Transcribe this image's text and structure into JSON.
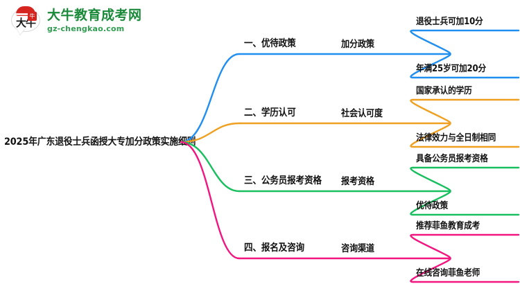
{
  "logo": {
    "mark_icon": "red-stamp-cow-icon",
    "cow_text": "大牛",
    "seal_text": "牛",
    "title": "大牛教育成考网",
    "subtitle": "gz-chengkao.com"
  },
  "mindmap": {
    "center_title": "2025年广东退役士兵函授大专加分政策实施细则",
    "branches": [
      {
        "color": "#1f8ef1",
        "level1": "一、优待政策",
        "level2": "加分政策",
        "leaves": [
          "退役士兵可加10分",
          "年满25岁可加20分"
        ]
      },
      {
        "color": "#f0a020",
        "level1": "二、学历认可",
        "level2": "社会认可度",
        "leaves": [
          "国家承认的学历",
          "法律效力与全日制相同"
        ]
      },
      {
        "color": "#18bf5e",
        "level1": "三、公务员报考资格",
        "level2": "报考资格",
        "leaves": [
          "具备公务员报考资格",
          "优待政策"
        ]
      },
      {
        "color": "#f3157f",
        "level1": "四、报名及咨询",
        "level2": "咨询渠道",
        "leaves": [
          "推荐菲鱼教育成考",
          "在线咨询菲鱼老师"
        ]
      }
    ]
  }
}
